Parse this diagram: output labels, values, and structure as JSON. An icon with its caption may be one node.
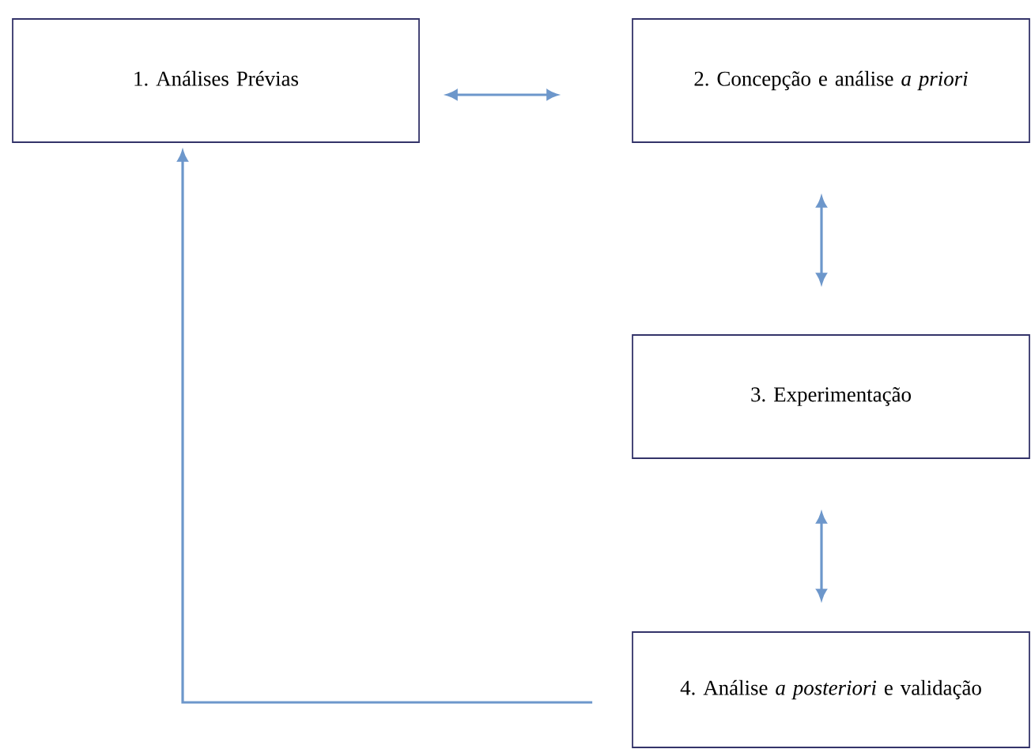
{
  "diagram": {
    "nodes": [
      {
        "text": [
          "1. Análises Prévias"
        ]
      },
      {
        "text": [
          "2. Concepção e análise *a priori*"
        ]
      },
      {
        "text": [
          "3. Experimentação"
        ]
      },
      {
        "text": [
          "4. Análise *a posteriori* e validação"
        ]
      }
    ],
    "edges": [
      {
        "from": 0,
        "to": 1,
        "arrow": "both"
      },
      {
        "from": 1,
        "to": 2,
        "arrow": "both"
      },
      {
        "from": 2,
        "to": 3,
        "arrow": "both"
      },
      {
        "from": 3,
        "to": 0,
        "arrow": "to"
      }
    ]
  }
}
